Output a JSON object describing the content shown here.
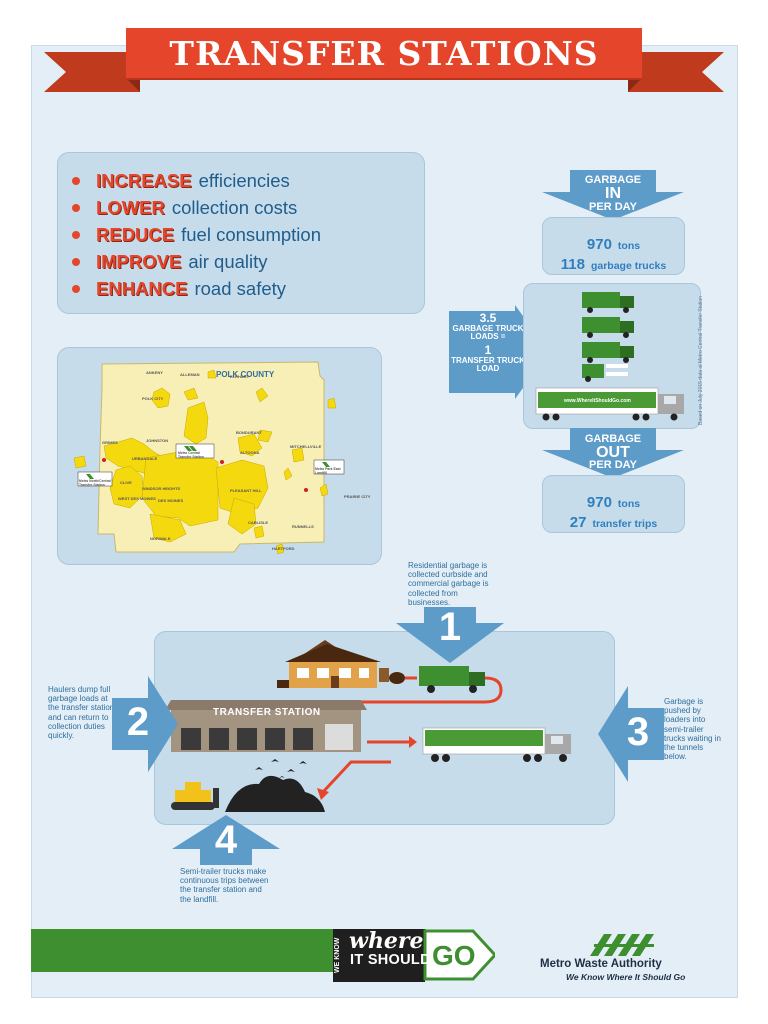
{
  "title": "TRANSFER STATIONS",
  "benefits": [
    {
      "keyword": "INCREASE",
      "rest": "efficiencies"
    },
    {
      "keyword": "LOWER",
      "rest": "collection costs"
    },
    {
      "keyword": "REDUCE",
      "rest": "fuel consumption"
    },
    {
      "keyword": "IMPROVE",
      "rest": "air quality"
    },
    {
      "keyword": "ENHANCE",
      "rest": "road safety"
    }
  ],
  "map": {
    "county_label": "POLK COUNTY",
    "sites": [
      "Metro Central Transfer Station",
      "Metro Park East Landfill",
      "Metro North/Central Transfer Station"
    ],
    "places": [
      "ANKENY",
      "ALLEMAN",
      "ELKHART",
      "POLK CITY",
      "DES MOINES",
      "WEST DES MOINES",
      "URBANDALE",
      "JOHNSTON",
      "GRIMES",
      "CLIVE",
      "WINDSOR HEIGHTS",
      "PLEASANT HILL",
      "RUNNELLS",
      "MITCHELLVILLE",
      "ALTOONA",
      "BONDURANT",
      "NORWALK",
      "CARLISLE",
      "PRAIRIE CITY",
      "HARTFORD"
    ]
  },
  "garbage_in": {
    "line1": "GARBAGE",
    "line2": "IN",
    "line3": "PER DAY"
  },
  "in_stats": {
    "tons_value": "970",
    "tons_unit": "tons",
    "trucks_value": "118",
    "trucks_unit": "garbage trucks"
  },
  "conversion": {
    "num1": "3.5",
    "text1": "GARBAGE TRUCK LOADS =",
    "num2": "1",
    "text2": "TRANSFER TRUCK LOAD"
  },
  "trailer_text": "www.WhereItShouldGo.com",
  "source_note": "Based on July 2015 data at Metro Central Transfer Station",
  "garbage_out": {
    "line1": "GARBAGE",
    "line2": "OUT",
    "line3": "PER DAY"
  },
  "out_stats": {
    "tons_value": "970",
    "tons_unit": "tons",
    "trips_value": "27",
    "trips_unit": "transfer trips"
  },
  "steps": [
    {
      "num": "1",
      "text": "Residential garbage is collected curbside and commercial garbage is collected from businesses."
    },
    {
      "num": "2",
      "text": "Haulers dump full garbage loads at the transfer station and can return to collection duties quickly."
    },
    {
      "num": "3",
      "text": "Garbage is pushed by loaders into semi-trailer trucks waiting in the tunnels below."
    },
    {
      "num": "4",
      "text": "Semi-trailer trucks make continuous trips between the transfer station and the landfill."
    }
  ],
  "station_label": "TRANSFER STATION",
  "footer": {
    "we_know": "WE KNOW",
    "where": "where",
    "it_should": "IT SHOULD",
    "go": "GO",
    "org_name": "Metro Waste Authority",
    "tagline": "We Know Where It Should Go"
  },
  "colors": {
    "accent_red": "#e5452a",
    "blue_text": "#1f5d8c",
    "arrow_blue": "#5d9bc9",
    "panel": "#c7dceb",
    "green": "#3e8f2f",
    "map_yellow": "#f5d90f"
  }
}
